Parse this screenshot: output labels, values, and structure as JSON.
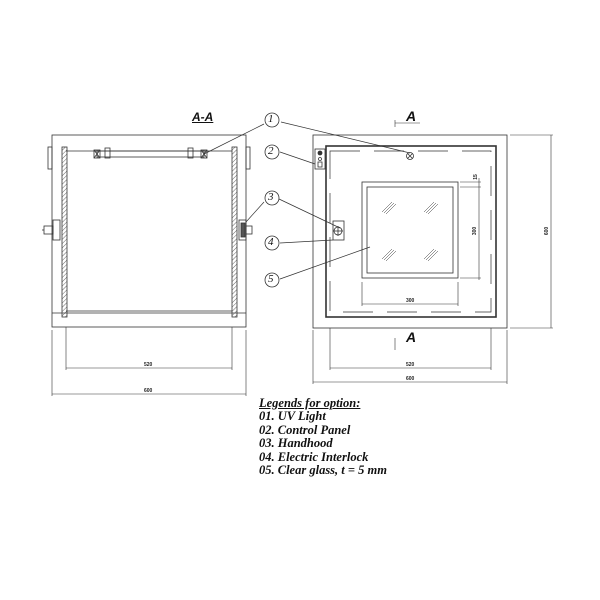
{
  "section_view": {
    "title": "A-A",
    "dimensions": {
      "inner_width": "520",
      "outer_width": "600"
    }
  },
  "front_view": {
    "section_marker_top": "A",
    "section_marker_bottom": "A",
    "dimensions": {
      "window_width": "300",
      "window_height": "300",
      "window_offset": "15",
      "inner_width": "520",
      "outer_width": "600",
      "outer_height": "600"
    }
  },
  "callouts": [
    "1",
    "2",
    "3",
    "4",
    "5"
  ],
  "legend": {
    "title": "Legends for option:",
    "items": [
      "01. UV Light",
      "02. Control Panel",
      "03. Handhood",
      "04. Electric Interlock",
      "05. Clear glass, t = 5 mm"
    ]
  },
  "colors": {
    "line": "#333333",
    "background": "#ffffff"
  }
}
